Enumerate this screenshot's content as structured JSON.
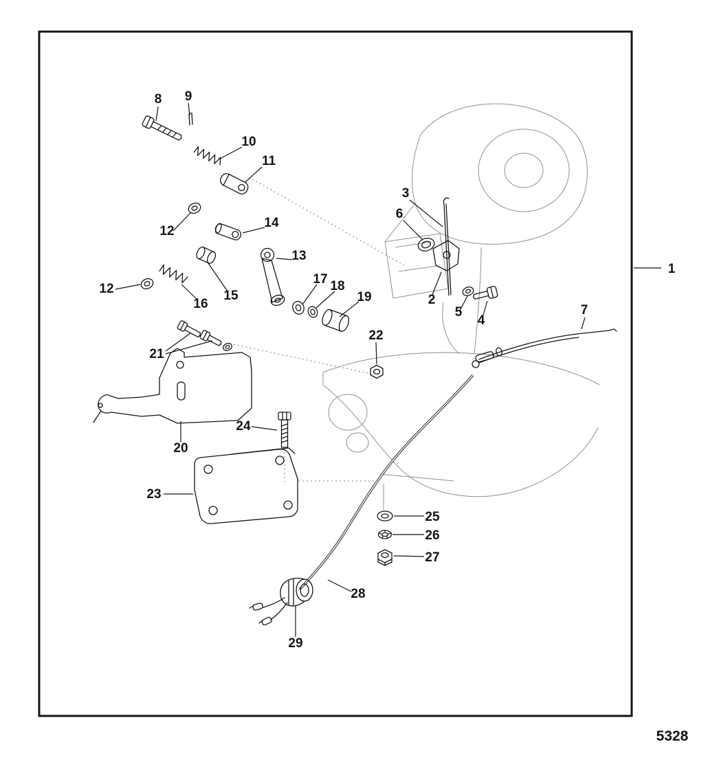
{
  "figure": {
    "code": "5328"
  },
  "callouts": [
    {
      "label": "8"
    },
    {
      "label": "9"
    },
    {
      "label": "10"
    },
    {
      "label": "11"
    },
    {
      "label": "12"
    },
    {
      "label": "14"
    },
    {
      "label": "13"
    },
    {
      "label": "15"
    },
    {
      "label": "16"
    },
    {
      "label": "12"
    },
    {
      "label": "17"
    },
    {
      "label": "18"
    },
    {
      "label": "19"
    },
    {
      "label": "22"
    },
    {
      "label": "21"
    },
    {
      "label": "20"
    },
    {
      "label": "24"
    },
    {
      "label": "23"
    },
    {
      "label": "25"
    },
    {
      "label": "26"
    },
    {
      "label": "27"
    },
    {
      "label": "28"
    },
    {
      "label": "29"
    },
    {
      "label": "3"
    },
    {
      "label": "6"
    },
    {
      "label": "2"
    },
    {
      "label": "5"
    },
    {
      "label": "4"
    },
    {
      "label": "7"
    },
    {
      "label": "1"
    }
  ]
}
